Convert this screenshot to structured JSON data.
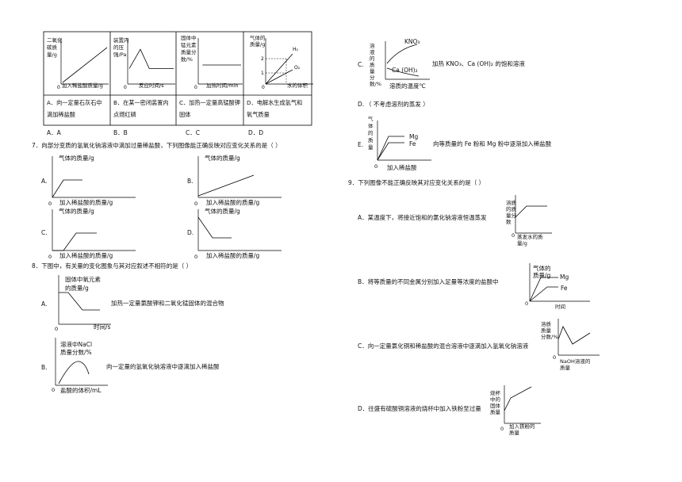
{
  "q6": {
    "table": [
      {
        "label": "二氧化碳质量/g",
        "xlabel": "加入稀盐酸质量/g",
        "origin": "0",
        "desc": [
          "A．向一定量石灰石中",
          "滴加稀盐酸"
        ],
        "line": [
          [
            0,
            0
          ],
          [
            1,
            1
          ]
        ]
      },
      {
        "label": "装置内的压强/Pa",
        "xlabel": "反应时间/s",
        "origin": "0",
        "desc": [
          "B．在某一密闭装置内",
          "点燃红磷"
        ],
        "line": [
          [
            0,
            0.4
          ],
          [
            0.25,
            0.95
          ],
          [
            0.45,
            0.4
          ],
          [
            1,
            0.4
          ]
        ]
      },
      {
        "label": "固体中锰元素质量分数/%",
        "xlabel": "加热时间/min",
        "origin": "0",
        "desc": [
          "C．加热一定量高锰酸钾",
          "固体"
        ],
        "line": [
          [
            0.1,
            0.5
          ],
          [
            1,
            0.5
          ]
        ]
      },
      {
        "label": "气体的质量/g",
        "xlabel": "水的体积",
        "origin": "0",
        "desc": [
          "D．电解水生成氢气和",
          "氧气质量"
        ],
        "h2": "H₂",
        "o2": "O₂",
        "tick2": "2",
        "tick1": "1"
      }
    ],
    "choices": [
      "A．A",
      "B．B",
      "C．C",
      "D．D"
    ]
  },
  "q7": {
    "stem": "7．向部分变质的氢氧化钠溶液中滴加过量稀盐酸，下列图像能正确反映对应变化关系的是（      ）",
    "ylabel": "气体的质量/g",
    "xlabel": "加入稀盐酸的质量/g",
    "origin": "0",
    "options": [
      "A.",
      "B.",
      "C.",
      "D."
    ]
  },
  "q8": {
    "stem": "8．下图中，有关量的变化图象与其对应叙述不相符的是（      ）",
    "A": {
      "opt": "A.",
      "ylabel": [
        "固体中氧元素",
        "的质量/g"
      ],
      "xlabel": "时间/s",
      "origin": "0",
      "desc": "加热一定量氯酸钾和二氧化锰固体的混合物"
    },
    "B": {
      "opt": "B.",
      "ylabel": [
        "溶液中NaCl",
        "质量分数/%"
      ],
      "xlabel": "盐酸的体积/mL",
      "origin": "0",
      "desc": "向一定量的氢氧化钠溶液中逐滴加入稀盐酸"
    },
    "C": {
      "opt": "C.",
      "ylabel": [
        "溶",
        "液",
        "的",
        "质",
        "量",
        "分",
        "数",
        "/%"
      ],
      "xlabel": "溶质的温度℃",
      "kno3": "KNO₃",
      "caoh": "Ca (OH)₂",
      "desc": "加热 KNO₃、Ca (OH)₂ 的饱和溶液"
    },
    "D": {
      "opt": "D.",
      "desc": "（  不考虑溶剂的蒸发  ）"
    },
    "E": {
      "opt": "E.",
      "ylabel": [
        "气",
        "体",
        "的",
        "质",
        "量"
      ],
      "xlabel": "加入稀盐酸",
      "origin": "0",
      "mg": "Mg",
      "fe": "Fe",
      "desc": "向等质量的 Fe 粉和 Mg 粉中逐渐加入稀盐酸"
    }
  },
  "q9": {
    "stem": "9．下列图像不能正确反映其对应变化关系的是（      ）",
    "A": {
      "desc": "A．某温度下，将接近饱和的氯化钠溶液恒温蒸发",
      "ylabel": [
        "溶质",
        "的质",
        "量分",
        "数"
      ],
      "xlabel": [
        "蒸发水的质",
        "量/g"
      ],
      "origin": "0"
    },
    "B": {
      "desc": "B．将等质量的不同金属分别加入足量等浓度的盐酸中",
      "ylabel": [
        "气体的",
        "质量/g"
      ],
      "xlabel": "时间",
      "origin": "0",
      "mg": "Mg",
      "fe": "Fe"
    },
    "C": {
      "desc": "C．向一定量氯化铜和稀盐酸的混合溶液中逐滴加入氢氧化钠溶液",
      "ylabel": [
        "溶质",
        "质量",
        "分数/%"
      ],
      "xlabel": [
        "NaOH溶液的",
        "质量"
      ],
      "origin": "0"
    },
    "D": {
      "desc": "D．往盛有硫酸铜溶液的烧杯中加入铁粉至过量",
      "ylabel": [
        "烧杯",
        "中的",
        "固体",
        "质量"
      ],
      "xlabel": [
        "加入铁粉的",
        "质量"
      ],
      "origin": "0"
    }
  }
}
